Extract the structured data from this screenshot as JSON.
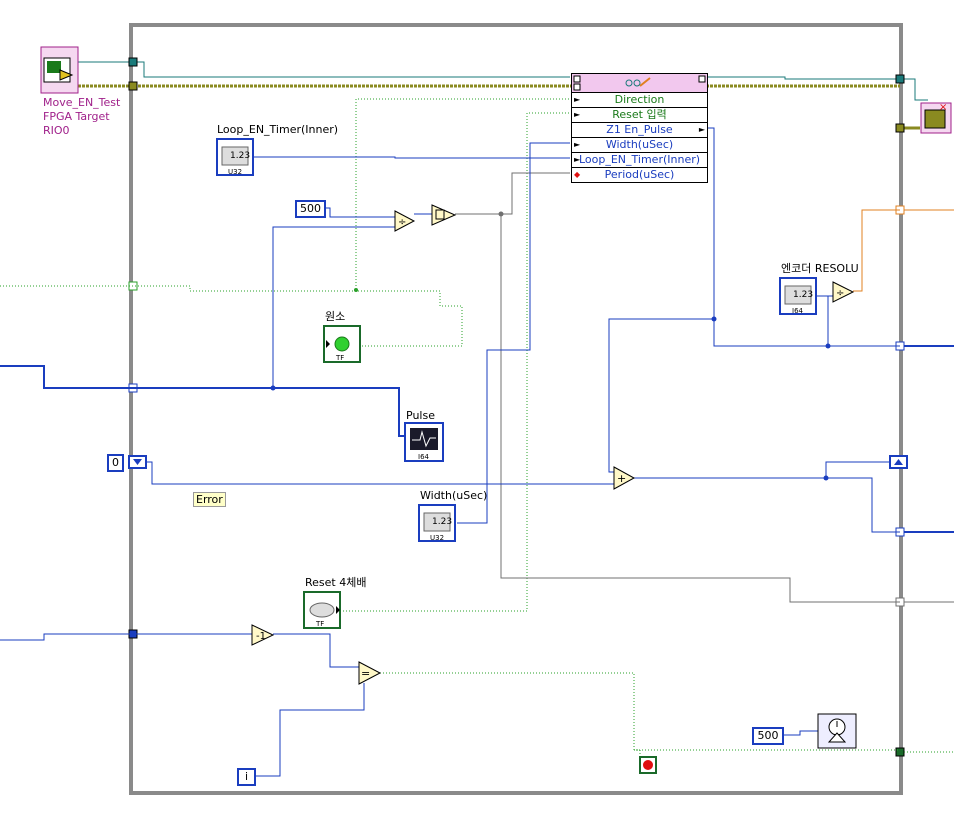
{
  "fpga_reference": {
    "lines": [
      "Move_EN_Test",
      "FPGA Target",
      "RIO0"
    ]
  },
  "property_node": {
    "rows": [
      {
        "label": "Direction",
        "color": "green"
      },
      {
        "label": "Reset 입력",
        "color": "green"
      },
      {
        "label": "Z1 En_Pulse",
        "color": "blue"
      },
      {
        "label": "Width(uSec)",
        "color": "blue"
      },
      {
        "label": "Loop_EN_Timer(Inner)",
        "color": "blue"
      },
      {
        "label": "Period(uSec)",
        "color": "blue"
      }
    ]
  },
  "controls": {
    "loop_en_timer_label": "Loop_EN_Timer(Inner)",
    "loop_en_timer_type": "U32",
    "width_label": "Width(uSec)",
    "width_type": "U32",
    "encoder_label": "엔코더 RESOLU",
    "encoder_type": "I64",
    "wonso_label": "원소",
    "wonso_type": "TF",
    "reset_label": "Reset 4체배",
    "reset_type": "TF",
    "pulse_label": "Pulse",
    "pulse_type": "I64",
    "numeric_glyph": "1.23"
  },
  "constants": {
    "c500_top": "500",
    "c500_bottom": "500",
    "c0": "0",
    "iteration": "i"
  },
  "error_label": "Error",
  "colors": {
    "loop_border": "#8a8a8a",
    "wire_blue": "#1a3dbf",
    "wire_green": "#2aa02a",
    "wire_teal": "#1a7a7a",
    "wire_olive": "#8a8a20",
    "wire_orange": "#e08020",
    "wire_gray": "#707070",
    "ref_pink": "#e8b4e0"
  }
}
